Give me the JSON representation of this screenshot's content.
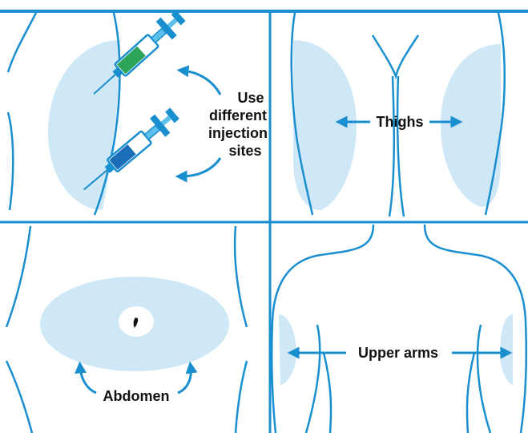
{
  "labels": {
    "use_line1": "Use",
    "use_line2": "different",
    "use_line3": "injection",
    "use_line4": "sites",
    "thighs": "Thighs",
    "abdomen": "Abdomen",
    "upper_arms": "Upper arms"
  },
  "colors": {
    "line": "#1a8fd0",
    "area": "#cfe8f7",
    "text": "#111111",
    "syringe_green": "#2ea45a",
    "syringe_blue": "#1a6fb8",
    "syringe_light": "#5cc0ea"
  },
  "icons": [
    "syringe-icon",
    "syringe-icon",
    "arrow-icon"
  ]
}
